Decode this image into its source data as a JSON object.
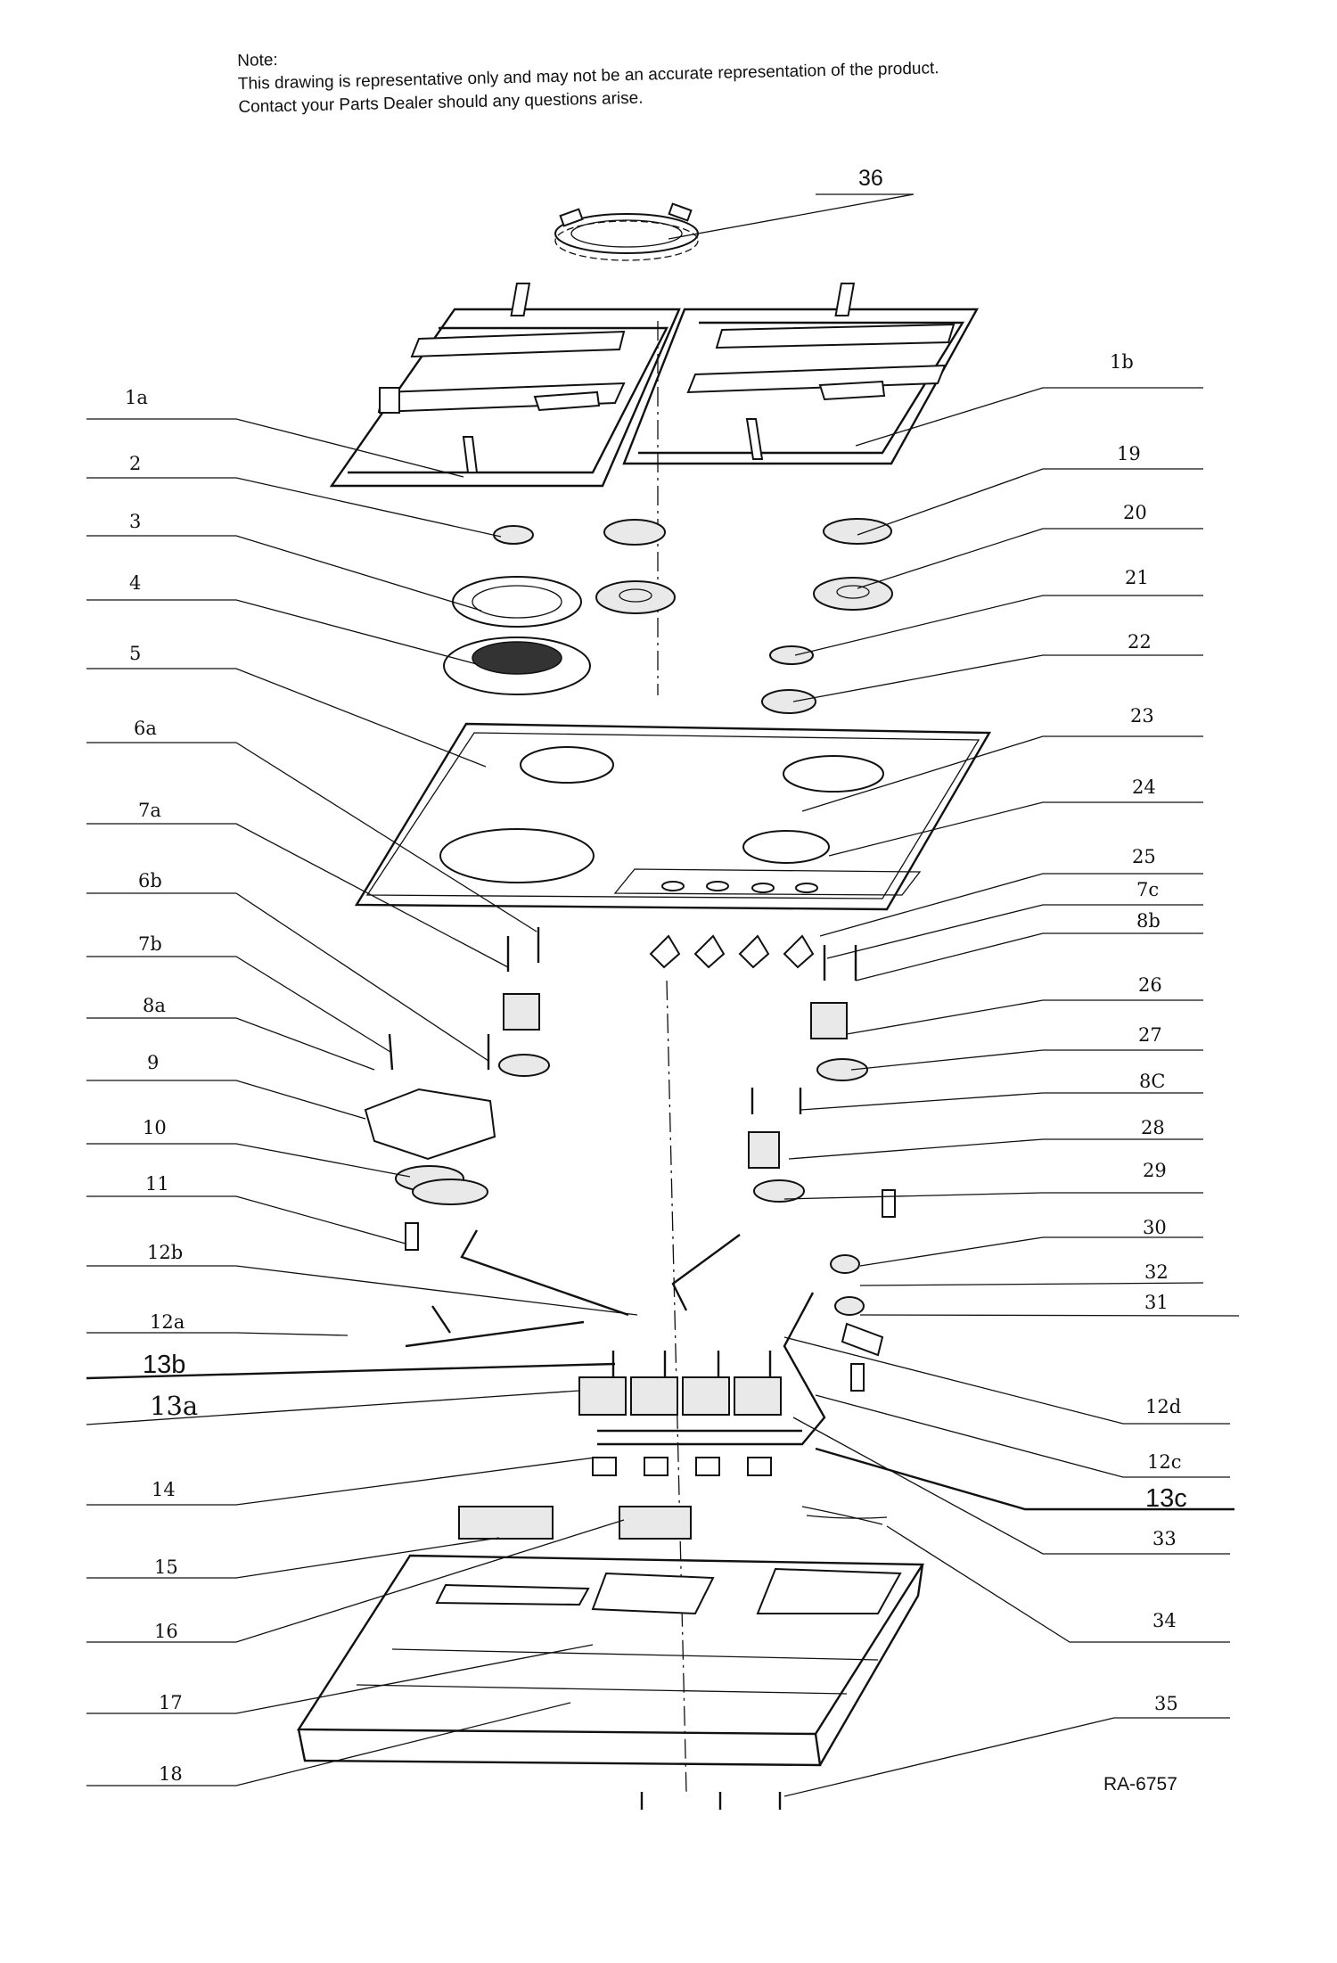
{
  "note": {
    "heading": "Note:",
    "line1": "This drawing is representative only and may not be an accurate representation of the product.",
    "line2": "Contact your Parts Dealer should any questions arise."
  },
  "drawing_code": "RA-6757",
  "labels": {
    "p36": "36",
    "p1a": "1a",
    "p1b": "1b",
    "p2": "2",
    "p3": "3",
    "p4": "4",
    "p5": "5",
    "p6a": "6a",
    "p7a": "7a",
    "p6b": "6b",
    "p7b": "7b",
    "p8a": "8a",
    "p9": "9",
    "p10": "10",
    "p11": "11",
    "p12b": "12b",
    "p12a": "12a",
    "p13b": "13b",
    "p13a": "13a",
    "p14": "14",
    "p15": "15",
    "p16": "16",
    "p17": "17",
    "p18": "18",
    "p19": "19",
    "p20": "20",
    "p21": "21",
    "p22": "22",
    "p23": "23",
    "p24": "24",
    "p25": "25",
    "p7c": "7c",
    "p8b": "8b",
    "p26": "26",
    "p27": "27",
    "p8c": "8C",
    "p28": "28",
    "p29": "29",
    "p30": "30",
    "p32": "32",
    "p31": "31",
    "p12d": "12d",
    "p12c": "12c",
    "p13c": "13c",
    "p33": "33",
    "p34": "34",
    "p35": "35"
  }
}
